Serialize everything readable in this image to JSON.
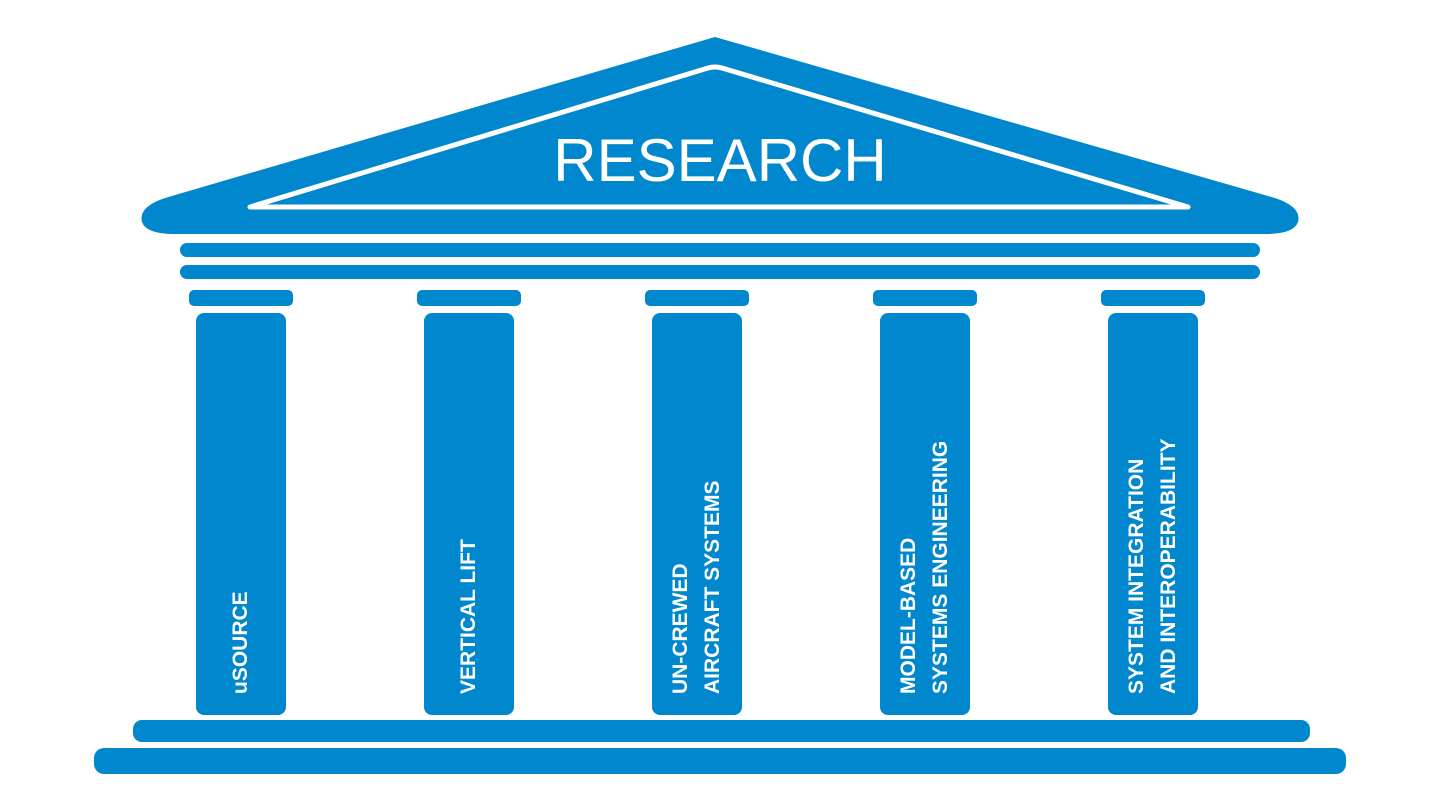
{
  "title": "RESEARCH",
  "colors": {
    "primary": "#0087cd",
    "background": "#ffffff",
    "text": "#ffffff"
  },
  "pillars": [
    {
      "lines": [
        "uSOURCE"
      ]
    },
    {
      "lines": [
        "VERTICAL LIFT"
      ]
    },
    {
      "lines": [
        "UN-CREWED",
        "AIRCRAFT SYSTEMS"
      ]
    },
    {
      "lines": [
        "MODEL-BASED",
        "SYSTEMS ENGINEERING"
      ]
    },
    {
      "lines": [
        "SYSTEM INTEGRATION",
        "AND INTEROPERABILITY"
      ]
    }
  ]
}
